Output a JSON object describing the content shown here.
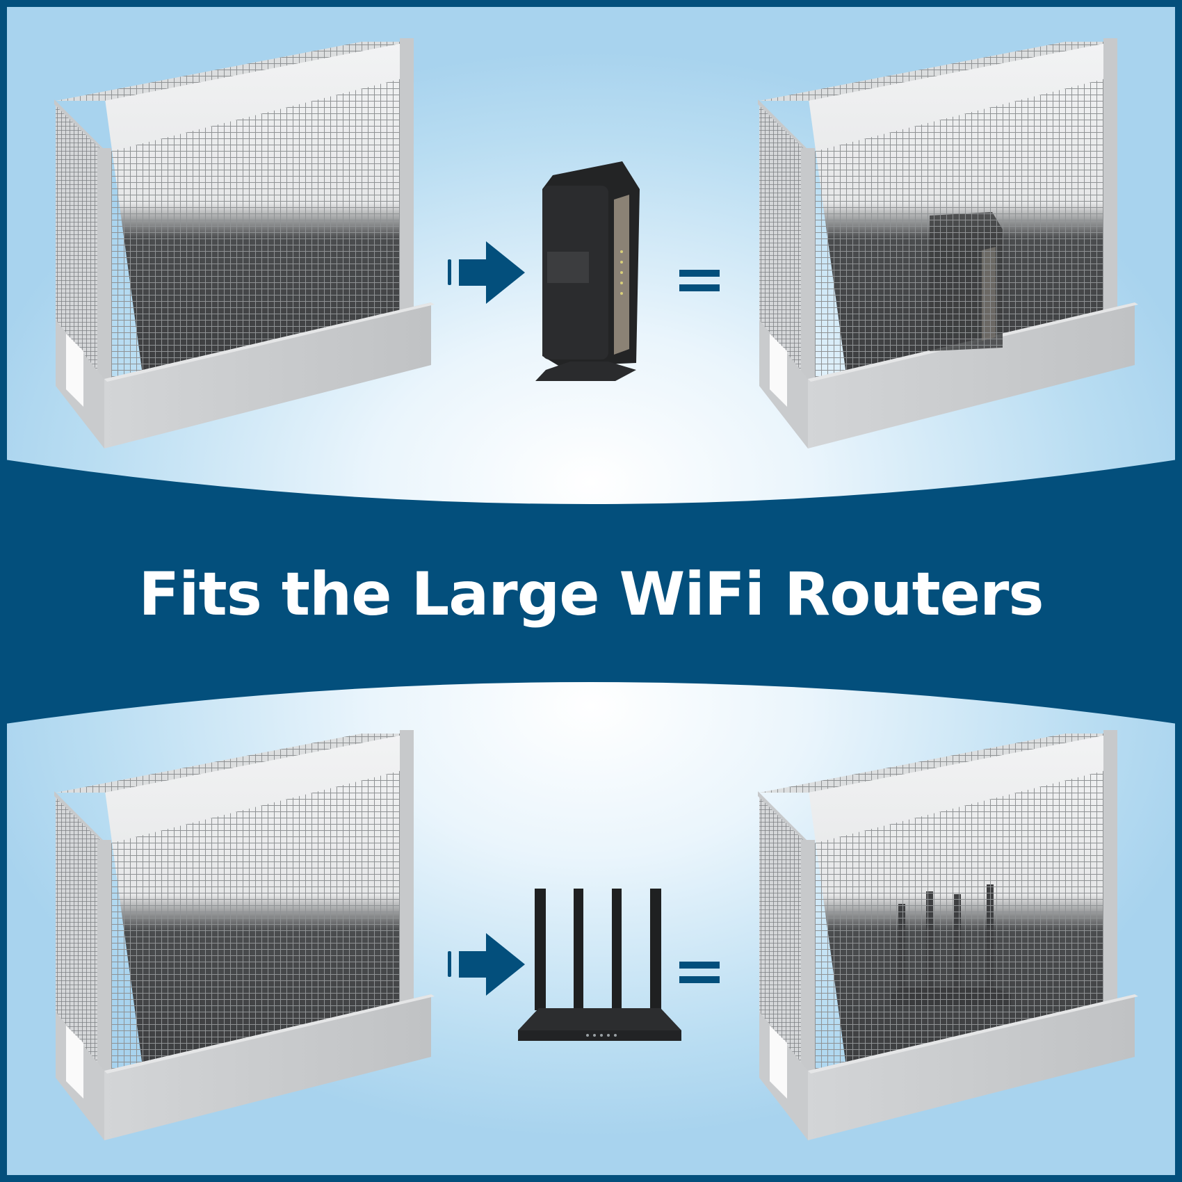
{
  "headline": "Fits the Large WiFi Routers",
  "colors": {
    "brand_blue": "#034f7c",
    "background_light": "#eaf5fc",
    "background_edge": "#a8d3ee",
    "cage_metal": "#c2c4c6",
    "device_black": "#222222"
  },
  "rows": [
    {
      "name": "modem-row",
      "cage_empty": "mesh-cage",
      "operator_1": "arrow-right-icon",
      "device": "cable-modem",
      "operator_2": "equals-icon",
      "result": "mesh-cage-with-modem"
    },
    {
      "name": "router-row",
      "cage_empty": "mesh-cage",
      "operator_1": "arrow-right-icon",
      "device": "wifi-router-4-antenna",
      "operator_2": "equals-icon",
      "result": "mesh-cage-with-router"
    }
  ]
}
